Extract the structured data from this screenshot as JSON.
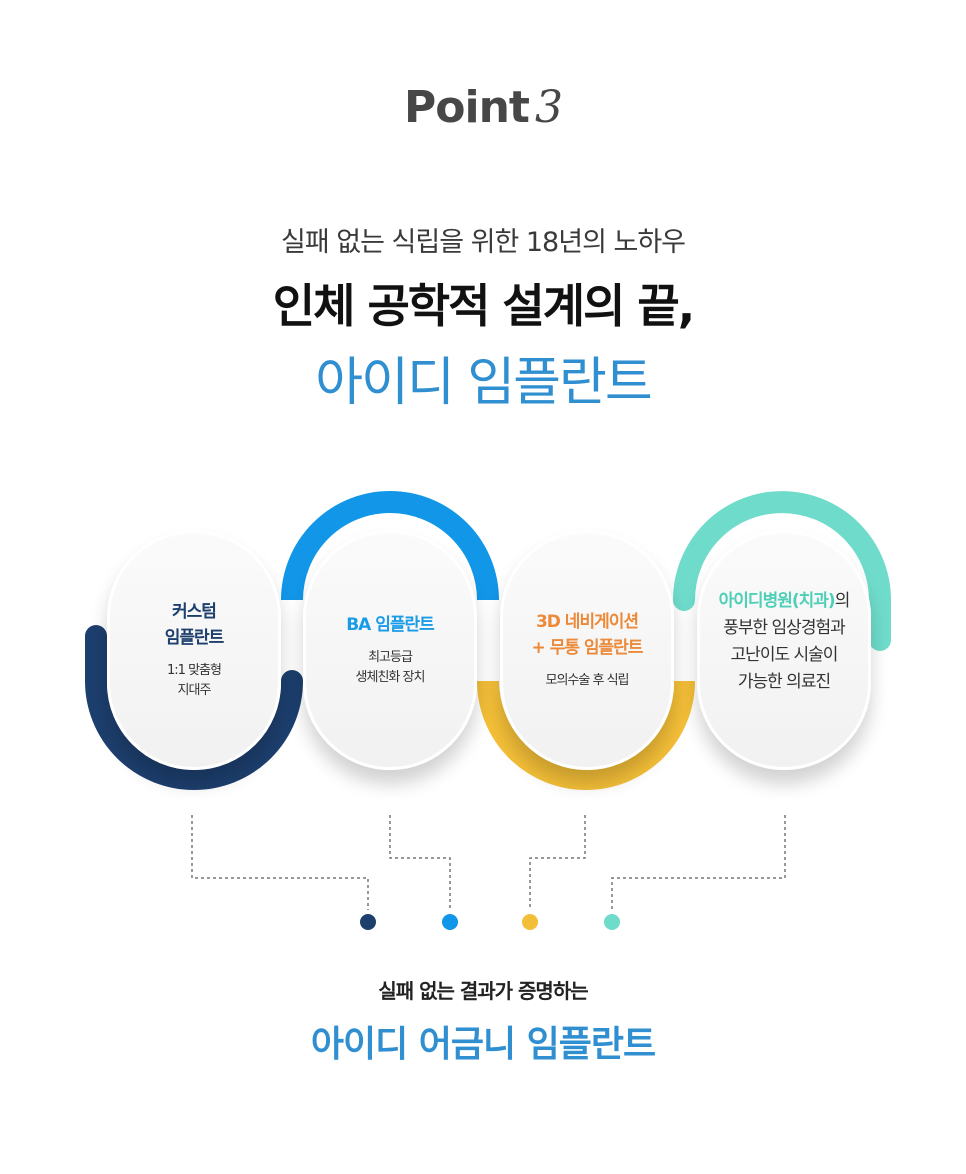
{
  "header": {
    "point_word": "Point",
    "point_number": "3"
  },
  "intro": {
    "subtitle": "실패 없는 식립을 위한 18년의 노하우",
    "headline": "인체 공학적 설계의 끝,",
    "brand_line": "아이디 임플란트"
  },
  "features": [
    {
      "title_lines": [
        "커스텀",
        "임플란트"
      ],
      "desc_lines": [
        "1:1 맞춤형",
        "지대주"
      ],
      "color": "#1d3f6e"
    },
    {
      "title_lines": [
        "BA 임플란트"
      ],
      "desc_lines": [
        "최고등급",
        "생체친화 장치"
      ],
      "color": "#1a9be8"
    },
    {
      "title_lines": [
        "3D 네비게이션",
        "+ 무통 임플란트"
      ],
      "desc_lines": [
        "모의수술 후 식립"
      ],
      "color": "#ec8a3a"
    },
    {
      "title_highlight": "아이디병원(치과)",
      "title_suffix": "의",
      "desc_lines": [
        "풍부한 임상경험과",
        "고난이도 시술이",
        "가능한 의료진"
      ],
      "color": "#4fcfb7"
    }
  ],
  "colors": {
    "navy": "#1d3f6e",
    "blue": "#1296e8",
    "yellow": "#f4bf38",
    "teal": "#6fdccb",
    "brand_blue": "#2f8fd0"
  },
  "footer": {
    "line1": "실패 없는 결과가 증명하는",
    "line2": "아이디 어금니 임플란트"
  }
}
